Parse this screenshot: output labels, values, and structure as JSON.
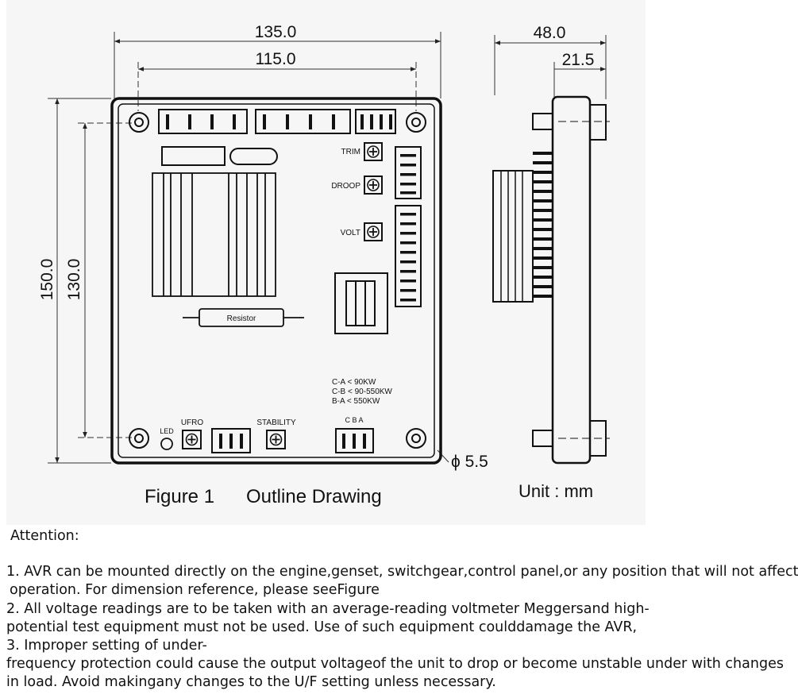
{
  "dimensions": {
    "overall_width": "135.0",
    "hole_spacing_width": "115.0",
    "overall_height": "150.0",
    "hole_spacing_height": "130.0",
    "side_depth": "48.0",
    "side_base": "21.5",
    "hole_diameter": "ϕ 5.5"
  },
  "labels": {
    "trim": "TRIM",
    "droop": "DROOP",
    "volt": "VOLT",
    "resistor": "Resistor",
    "led": "LED",
    "ufro": "UFRO",
    "stability": "STABILITY",
    "cba": "C  B  A",
    "rating_ca": "C-A < 90KW",
    "rating_cb": "C-B < 90-550KW",
    "rating_ba": "B-A < 550KW"
  },
  "caption": {
    "figure": "Figure 1",
    "title": "Outline Drawing",
    "unit": "Unit : mm"
  },
  "notes": {
    "heading": "Attention:",
    "l1": "1. AVR can be mounted directly on the engine,genset, switchgear,control panel,or any position that will not affect",
    "l2": "operation. For dimension reference, please seeFigure",
    "l3": "2. All voltage readings are to be taken with an average-reading voltmeter Meggersand high-",
    "l4": "potential test equipment must not be used. Use of such equipment coulddamage the AVR,",
    "l5": "3. Improper setting of under-",
    "l6": "frequency protection could cause the output voltageof the unit to drop or become unstable under with changes",
    "l7": "in load. Avoid makingany changes to the U/F setting unless necessary."
  }
}
